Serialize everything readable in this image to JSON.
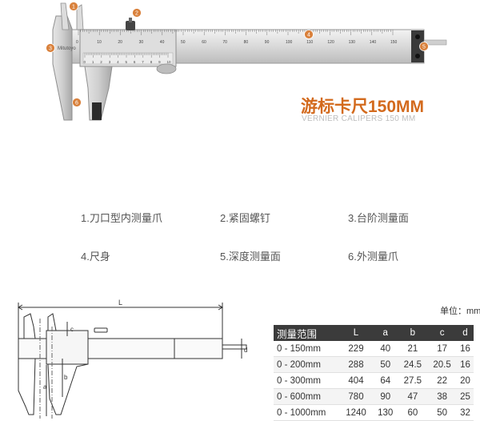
{
  "product": {
    "title_cn": "游标卡尺150MM",
    "title_en": "VERNIER CALIPERS 150 MM"
  },
  "photo": {
    "brand": "Mitutoyo",
    "markers": [
      "1",
      "2",
      "3",
      "4",
      "5",
      "6"
    ],
    "main_scale_labels": [
      "0",
      "10",
      "20",
      "30",
      "40",
      "50",
      "60",
      "70",
      "80",
      "90",
      "100",
      "110",
      "120",
      "130",
      "140",
      "150"
    ],
    "vernier_labels": [
      "0",
      "1",
      "2",
      "3",
      "4",
      "5",
      "6",
      "7",
      "8",
      "9",
      "10"
    ]
  },
  "parts": [
    "1.刀口型内测量爪",
    "2.紧固螺钉",
    "3.台阶测量面",
    "4.尺身",
    "5.深度测量面",
    "6.外测量爪"
  ],
  "drawing": {
    "labels": {
      "L": "L",
      "a": "a",
      "b": "b",
      "c": "c",
      "d": "d"
    }
  },
  "table": {
    "unit": "单位：mm",
    "headers": [
      "测量范围",
      "L",
      "a",
      "b",
      "c",
      "d"
    ],
    "rows": [
      [
        "0 - 150mm",
        "229",
        "40",
        "21",
        "17",
        "16"
      ],
      [
        "0 - 200mm",
        "288",
        "50",
        "24.5",
        "20.5",
        "16"
      ],
      [
        "0 - 300mm",
        "404",
        "64",
        "27.5",
        "22",
        "20"
      ],
      [
        "0 - 600mm",
        "780",
        "90",
        "47",
        "38",
        "25"
      ],
      [
        "0 - 1000mm",
        "1240",
        "130",
        "60",
        "50",
        "32"
      ]
    ]
  },
  "colors": {
    "title": "#d36a1d",
    "marker": "#d9813c",
    "table_header": "#3b3b3b"
  }
}
